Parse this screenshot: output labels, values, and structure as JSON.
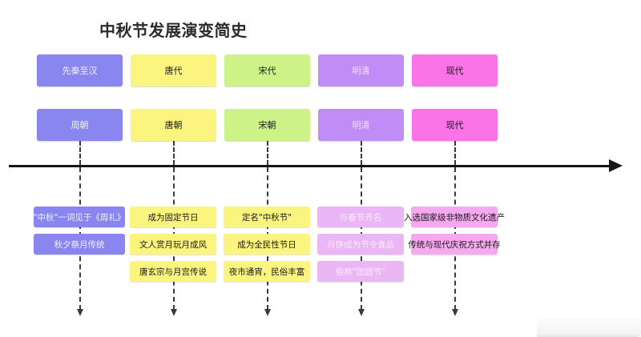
{
  "title": "中秋节发展演变简史",
  "axis": {
    "direction": "right",
    "line_color": "#161616"
  },
  "columns": [
    {
      "key": "pre-qin-han",
      "era_label": "先秦至汉",
      "dynasty_label": "周朝",
      "color": "#8a86f0",
      "item_color": "#8a86f0",
      "items": [
        "\"中秋\"一词见于《周礼》",
        "秋夕祭月传统"
      ]
    },
    {
      "key": "tang",
      "era_label": "唐代",
      "dynasty_label": "唐朝",
      "color": "#fbf47f",
      "item_color": "#fbf47f",
      "items": [
        "成为固定节日",
        "文人赏月玩月成风",
        "唐玄宗与月宫传说"
      ]
    },
    {
      "key": "song",
      "era_label": "宋代",
      "dynasty_label": "宋朝",
      "color": "#ccf288",
      "item_color": "#fbf47f",
      "items": [
        "定名\"中秋节\"",
        "成为全民性节日",
        "夜市通宵，民俗丰富"
      ]
    },
    {
      "key": "ming-qing",
      "era_label": "明清",
      "dynasty_label": "明清",
      "color": "#c08cf5",
      "item_color": "#eab6f5",
      "items": [
        "与春节齐名",
        "月饼成为节令食品",
        "俗称\"团圆节\""
      ]
    },
    {
      "key": "modern",
      "era_label": "现代",
      "dynasty_label": "现代",
      "color": "#fa74e8",
      "item_color": "#f6a9ef",
      "items": [
        "入选国家级非物质文化遗产",
        "传统与现代庆祝方式并存"
      ]
    }
  ]
}
